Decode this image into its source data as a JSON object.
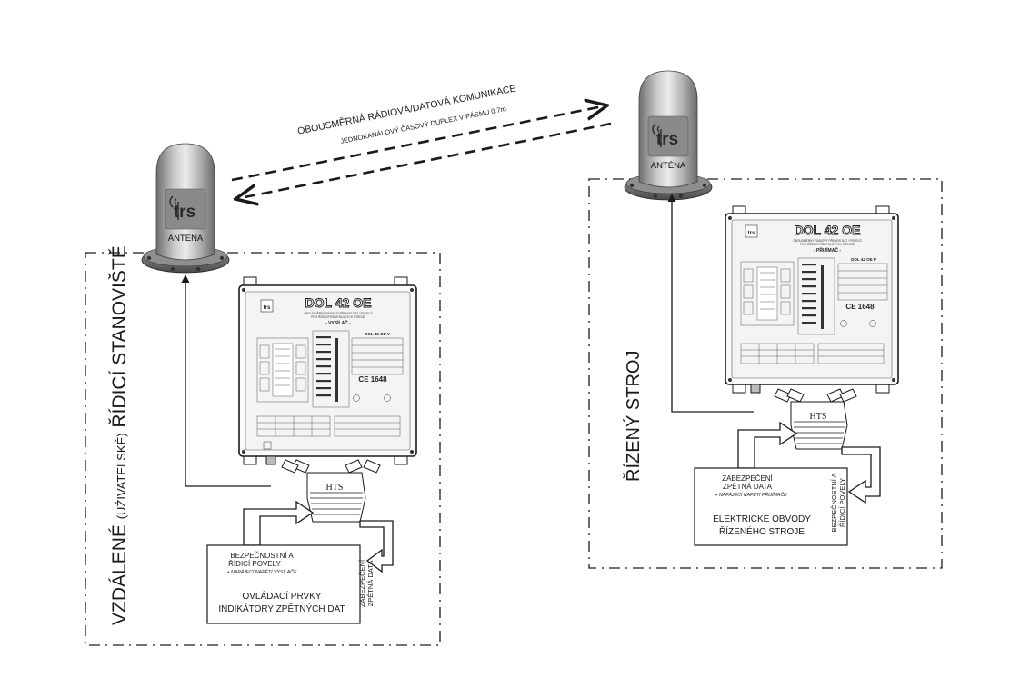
{
  "comm": {
    "title": "OBOUSMĚRNÁ RÁDIOVÁ/DATOVÁ KOMUNIKACE",
    "subtitle": "JEDNOKANÁLOVÝ ČASOVÝ DUPLEX V PÁSMU 0.7m"
  },
  "left_station": {
    "antenna_logo": "trs",
    "antenna_label": "ANTÉNA",
    "zone_label_1": "VZDÁLENÉ ",
    "zone_label_2": "(UŽIVATELSKÉ)",
    "zone_label_3": " ŘÍDICÍ STANOVIŠTĚ",
    "device": {
      "logo": "trs",
      "model": "DOL 42 OE",
      "line1": "OBOUSMĚRNÝ RÁDIOVÝ PŘENOS DAT / POVELŮ",
      "line2": "PRO ŘÍZENÍ PRŮMYSLOVÝCH STROJŮ",
      "role": "- VYSÍLAČ -",
      "variant": "DOL 42 OE  V",
      "ce": "CE 1648"
    },
    "hts": "HTS",
    "box": {
      "safety_line1": "BEZPEČNOSTNÍ  A",
      "safety_line2": "ŘÍDICÍ POVELY",
      "safety_note": "+ NAPÁJECÍ NAPĚTÍ VYSÍLAČE",
      "feedback_line1": "ZABEZPEČENÍ",
      "feedback_line2": "ZPĚTNÁ DATA",
      "main_line1": "OVLÁDACÍ PRVKY",
      "main_line2": "INDIKÁTORY ZPĚTNÝCH DAT"
    }
  },
  "right_station": {
    "antenna_logo": "trs",
    "antenna_label": "ANTÉNA",
    "zone_label": "ŘÍZENÝ STROJ",
    "device": {
      "logo": "trs",
      "model": "DOL 42 OE",
      "line1": "OBOUSMĚRNÝ RÁDIOVÝ PŘENOS DAT / POVELŮ",
      "line2": "PRO ŘÍZENÍ PRŮMYSLOVÝCH STROJŮ",
      "role": "- PŘIJÍMAČ -",
      "variant": "DOL 42 OE  P",
      "ce": "CE 1648"
    },
    "hts": "HTS",
    "box": {
      "feedback_line1": "ZABEZPEČENÍ",
      "feedback_line2": "ZPĚTNÁ DATA",
      "feedback_note": "+ NAPÁJECÍ NAPĚTÍ PŘIJÍMAČE",
      "safety_line1": "BEZPEČNOSTNÍ A",
      "safety_line2": "ŘÍDICÍ POVELY",
      "main_line1": "ELEKTRICKÉ OBVODY",
      "main_line2": "ŘÍZENÉHO STROJE"
    }
  },
  "colors": {
    "line": "#1a1a1a",
    "antenna_light": "#e6e6e6",
    "antenna_dark": "#7a7a7a",
    "device_face": "#f4f4f4"
  }
}
